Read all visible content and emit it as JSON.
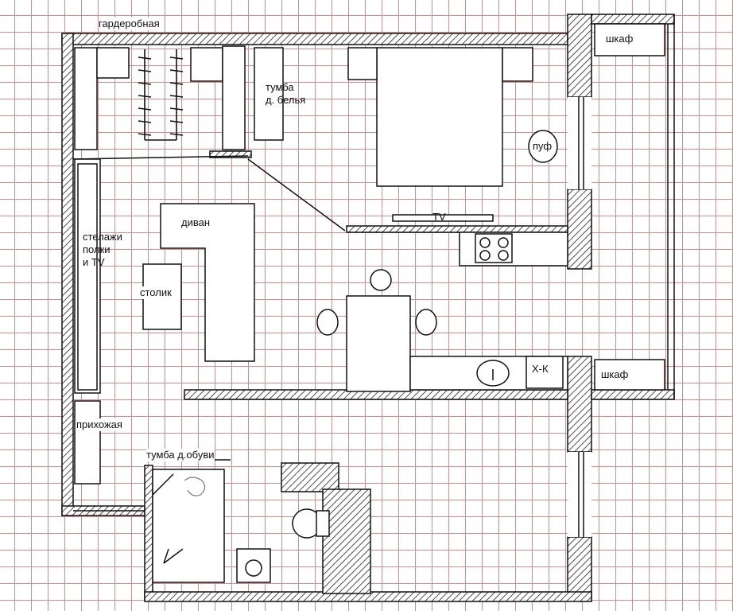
{
  "labels": {
    "wardrobe_room": "гардеробная",
    "closet_top": "шкаф",
    "closet_bottom": "шкаф",
    "linen_cabinet_line1": "тумба",
    "linen_cabinet_line2": "д. белья",
    "pouf": "пуф",
    "tv": "TV",
    "sofa": "диван",
    "shelving_line1": "стелажи",
    "shelving_line2": "полки",
    "shelving_line3": "и TV",
    "coffee_table": "столик",
    "fridge": "Х-К",
    "hallway": "прихожая",
    "shoe_cabinet": "тумба д.обуви"
  },
  "colors": {
    "grid": "#d98a8a",
    "wall_stroke": "#111111",
    "hatch": "#222222"
  }
}
